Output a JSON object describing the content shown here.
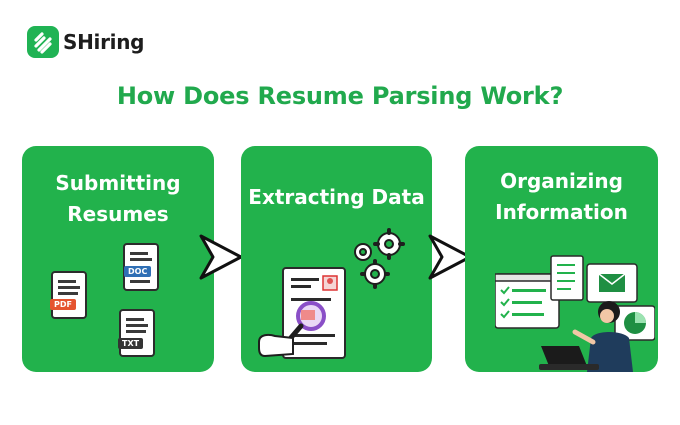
{
  "brand": {
    "name": "SHiring"
  },
  "title": "How Does Resume Parsing Work?",
  "steps": [
    {
      "title": "Submitting\nResumes",
      "files": [
        "PDF",
        "DOC",
        "TXT"
      ]
    },
    {
      "title": "Extracting Data"
    },
    {
      "title": "Organizing\nInformation"
    }
  ],
  "colors": {
    "green": "#22b24c",
    "title_green": "#21a94d",
    "pdf": "#e5532f",
    "doc": "#2f6fb5",
    "txt": "#333333"
  }
}
